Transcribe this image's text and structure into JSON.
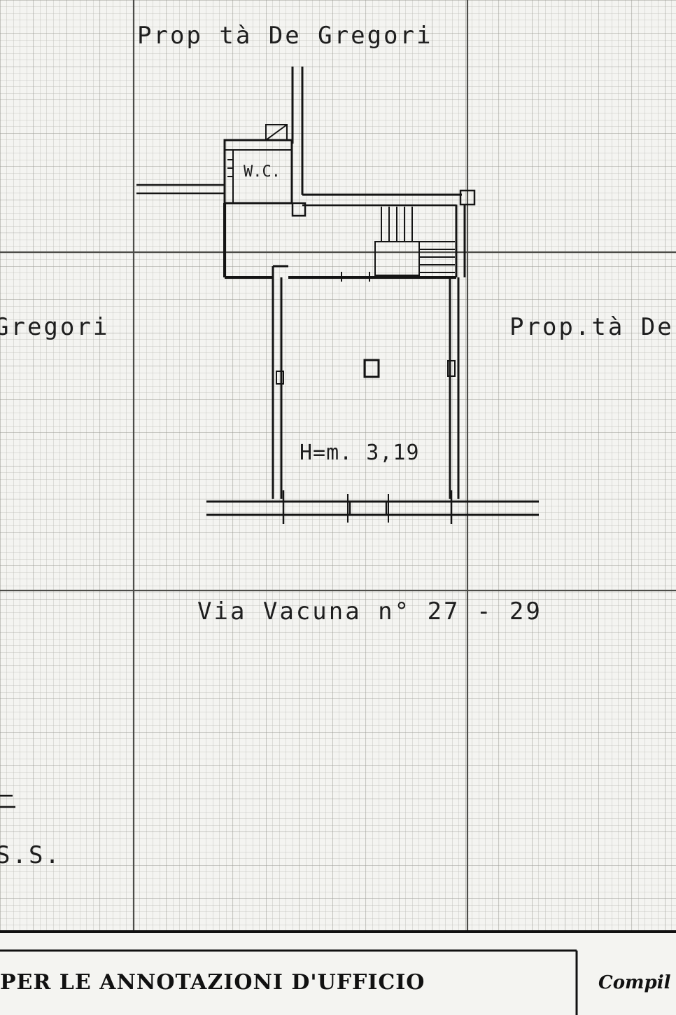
{
  "labels": {
    "top_neighbor": "Prop tà De Gregori",
    "left_neighbor": "Gregori",
    "right_neighbor": "Prop.tà De",
    "wc": "W.C.",
    "height_note": "H=m. 3,19",
    "street": "Via Vacuna n° 27 - 29",
    "bottom_left_mark": "S.S."
  },
  "footer": {
    "annotations_title": "PER LE ANNOTAZIONI D'UFFICIO",
    "compiled_label": "Compil"
  }
}
